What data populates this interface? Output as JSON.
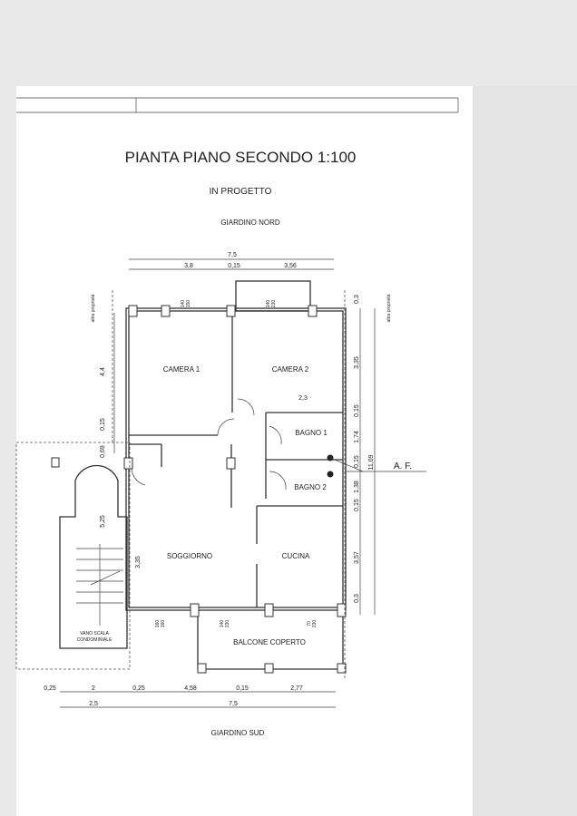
{
  "title": "PIANTA PIANO SECONDO 1:100",
  "subtitle": "IN PROGETTO",
  "north": "GIARDINO NORD",
  "south": "GIARDINO SUD",
  "rooms": {
    "camera1": "CAMERA 1",
    "camera2": "CAMERA 2",
    "bagno1": "BAGNO 1",
    "bagno2": "BAGNO 2",
    "soggiorno": "SOGGIORNO",
    "cucina": "CUCINA",
    "balcone": "BALCONE COPERTO",
    "scala1": "VANO SCALA",
    "scala2": "CONDOMINIALE"
  },
  "neighbor": "altra proprietà",
  "af": "A. F.",
  "dims": {
    "top_total": "7,5",
    "top": [
      "3,8",
      "0,15",
      "3,56"
    ],
    "bottom": [
      "0,25",
      "2",
      "0,25",
      "4,58",
      "0,15",
      "2,77"
    ],
    "bottom_total": [
      "2,5",
      "7,5"
    ],
    "right": [
      "0,3",
      "3,35",
      "0,15",
      "1,74",
      "0,15",
      "1,38",
      "0,15",
      "3,57",
      "0,3"
    ],
    "right_total": "11,09",
    "left": [
      "4,4",
      "0,15",
      "0,69",
      "5,25"
    ],
    "soggiorno": "3,35",
    "camera2": "2,3"
  },
  "windows": [
    [
      "140",
      "150"
    ],
    [
      "140",
      "230"
    ],
    [
      "160",
      "160"
    ],
    [
      "140",
      "230"
    ],
    [
      "70",
      "230"
    ]
  ]
}
